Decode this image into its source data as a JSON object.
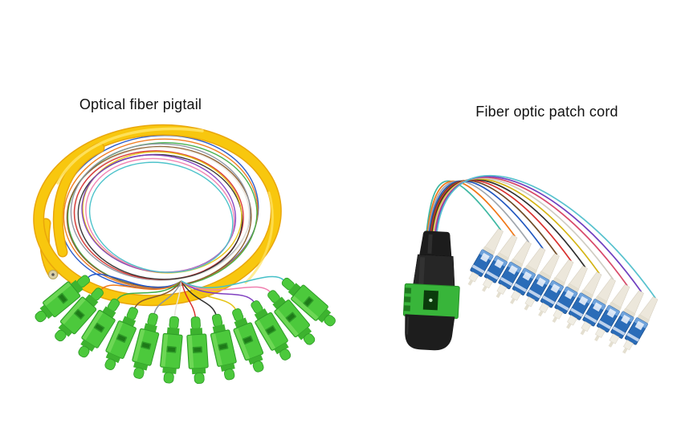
{
  "page": {
    "background": "#ffffff"
  },
  "products": {
    "pigtail": {
      "label": "Optical fiber pigtail",
      "cable_color": "#F8C70E",
      "cable_shadow": "#E9A60C",
      "cable_highlight": "#FFE566",
      "cable_end_face": "#D9CFA6",
      "connector": {
        "type": "SC/APC",
        "count": 12,
        "body_color": "#4CC93C",
        "edge_color": "#2E9B27",
        "mid_color": "#3DB32F",
        "dark_color": "#1E7A19",
        "highlight_color": "#7FDF63"
      },
      "fiber_colors": [
        "#2255C8",
        "#F07818",
        "#3FAE49",
        "#8A5A2A",
        "#8C93A0",
        "#E8E3DA",
        "#D8302E",
        "#303030",
        "#E5C414",
        "#8040C0",
        "#F080B0",
        "#45C0C8"
      ]
    },
    "patch_cord": {
      "label": "Fiber optic patch cord",
      "mpo": {
        "type": "MPO/APC",
        "boot_color": "#1C1C1C",
        "body_color": "#262626",
        "housing_color": "#38B53A",
        "housing_edge": "#259027",
        "ridge_color": "#1E7A1F",
        "window_color": "#0B3B0C",
        "bottom_color": "#1D1D1D"
      },
      "lc": {
        "type": "LC/UPC",
        "count": 12,
        "body_color": "#2A6CB8",
        "body_edge": "#1C518F",
        "latch_color": "#6FA3DC",
        "clip_color": "#E8F0FA",
        "stripe_color": "#D8E4F4",
        "boot_color": "#ECE7DB",
        "boot_edge": "#D6CFC0",
        "tip_color": "#F0EDE3",
        "nub_color": "#E4DFD0"
      },
      "fiber_colors": [
        "#3DB8A2",
        "#F07818",
        "#A0A6AD",
        "#2258C0",
        "#6E4A26",
        "#D8302E",
        "#2E2E2E",
        "#D4B414",
        "#CFCCC2",
        "#D84A6A",
        "#7040C0",
        "#58C2CE"
      ]
    }
  }
}
